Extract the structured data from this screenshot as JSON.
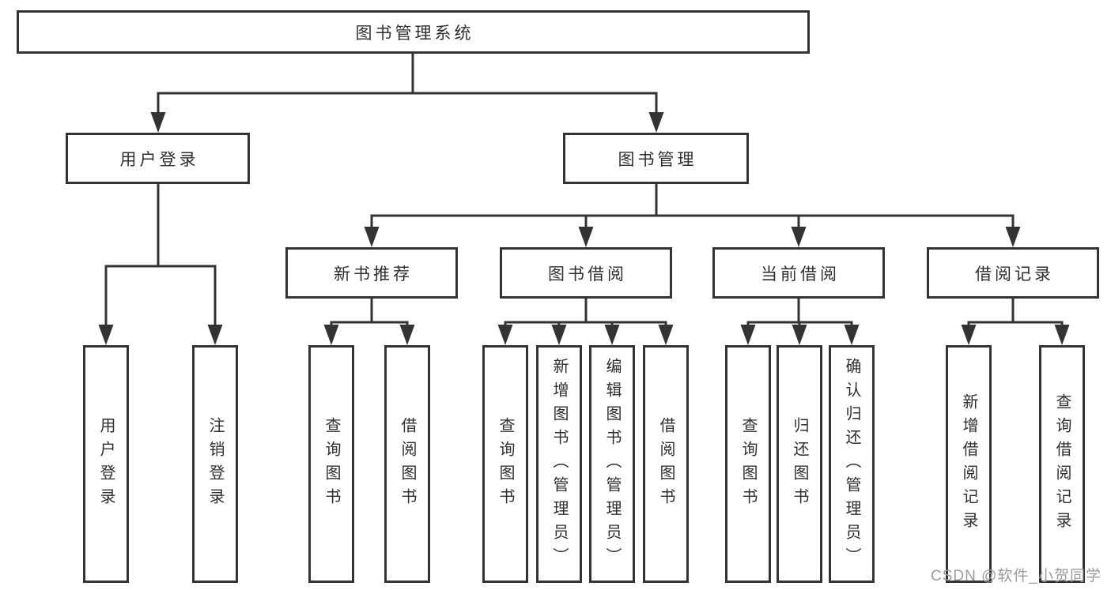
{
  "diagram": {
    "root": {
      "label": "图书管理系统"
    },
    "branches": [
      {
        "label": "用户登录",
        "leaves": [
          "用户登录",
          "注销登录"
        ]
      },
      {
        "label": "图书管理",
        "children": [
          {
            "label": "新书推荐",
            "leaves": [
              "查询图书",
              "借阅图书"
            ]
          },
          {
            "label": "图书借阅",
            "leaves": [
              "查询图书",
              "新增图书（管理员）",
              "编辑图书（管理员）",
              "借阅图书"
            ]
          },
          {
            "label": "当前借阅",
            "leaves": [
              "查询图书",
              "归还图书",
              "确认归还（管理员）"
            ]
          },
          {
            "label": "借阅记录",
            "leaves": [
              "新增借阅记录",
              "查询借阅记录"
            ]
          }
        ]
      }
    ]
  },
  "watermark": "CSDN @软件_小贺同学",
  "colors": {
    "line": "#333333",
    "text": "#2f2f2f",
    "watermark": "#9b9b9b",
    "background": "#ffffff"
  }
}
